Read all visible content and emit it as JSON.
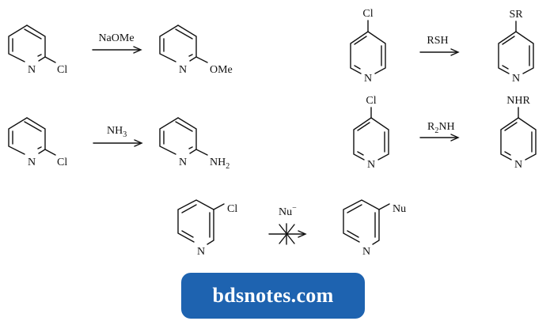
{
  "reactions": [
    {
      "id": "r1",
      "reagent": "NaOMe",
      "start_label": "Cl",
      "product_label": "OMe",
      "blocked": false
    },
    {
      "id": "r2",
      "reagent_main": "NH",
      "reagent_sub": "3",
      "start_label": "Cl",
      "product_main": "NH",
      "product_sub": "2",
      "blocked": false
    },
    {
      "id": "r3",
      "reagent": "RSH",
      "start_label": "Cl",
      "product_label": "SR",
      "blocked": false
    },
    {
      "id": "r4",
      "reagent_pre": "R",
      "reagent_sub": "2",
      "reagent_post": "NH",
      "start_label": "Cl",
      "product_label": "NHR",
      "blocked": false
    },
    {
      "id": "r5",
      "reagent_main": "Nu",
      "reagent_sup": "−",
      "start_label": "Cl",
      "product_label": "Nu",
      "blocked": true
    }
  ],
  "ring_atom": "N",
  "watermark": {
    "text": "bdsnotes.com",
    "color": "#1e63b0"
  }
}
